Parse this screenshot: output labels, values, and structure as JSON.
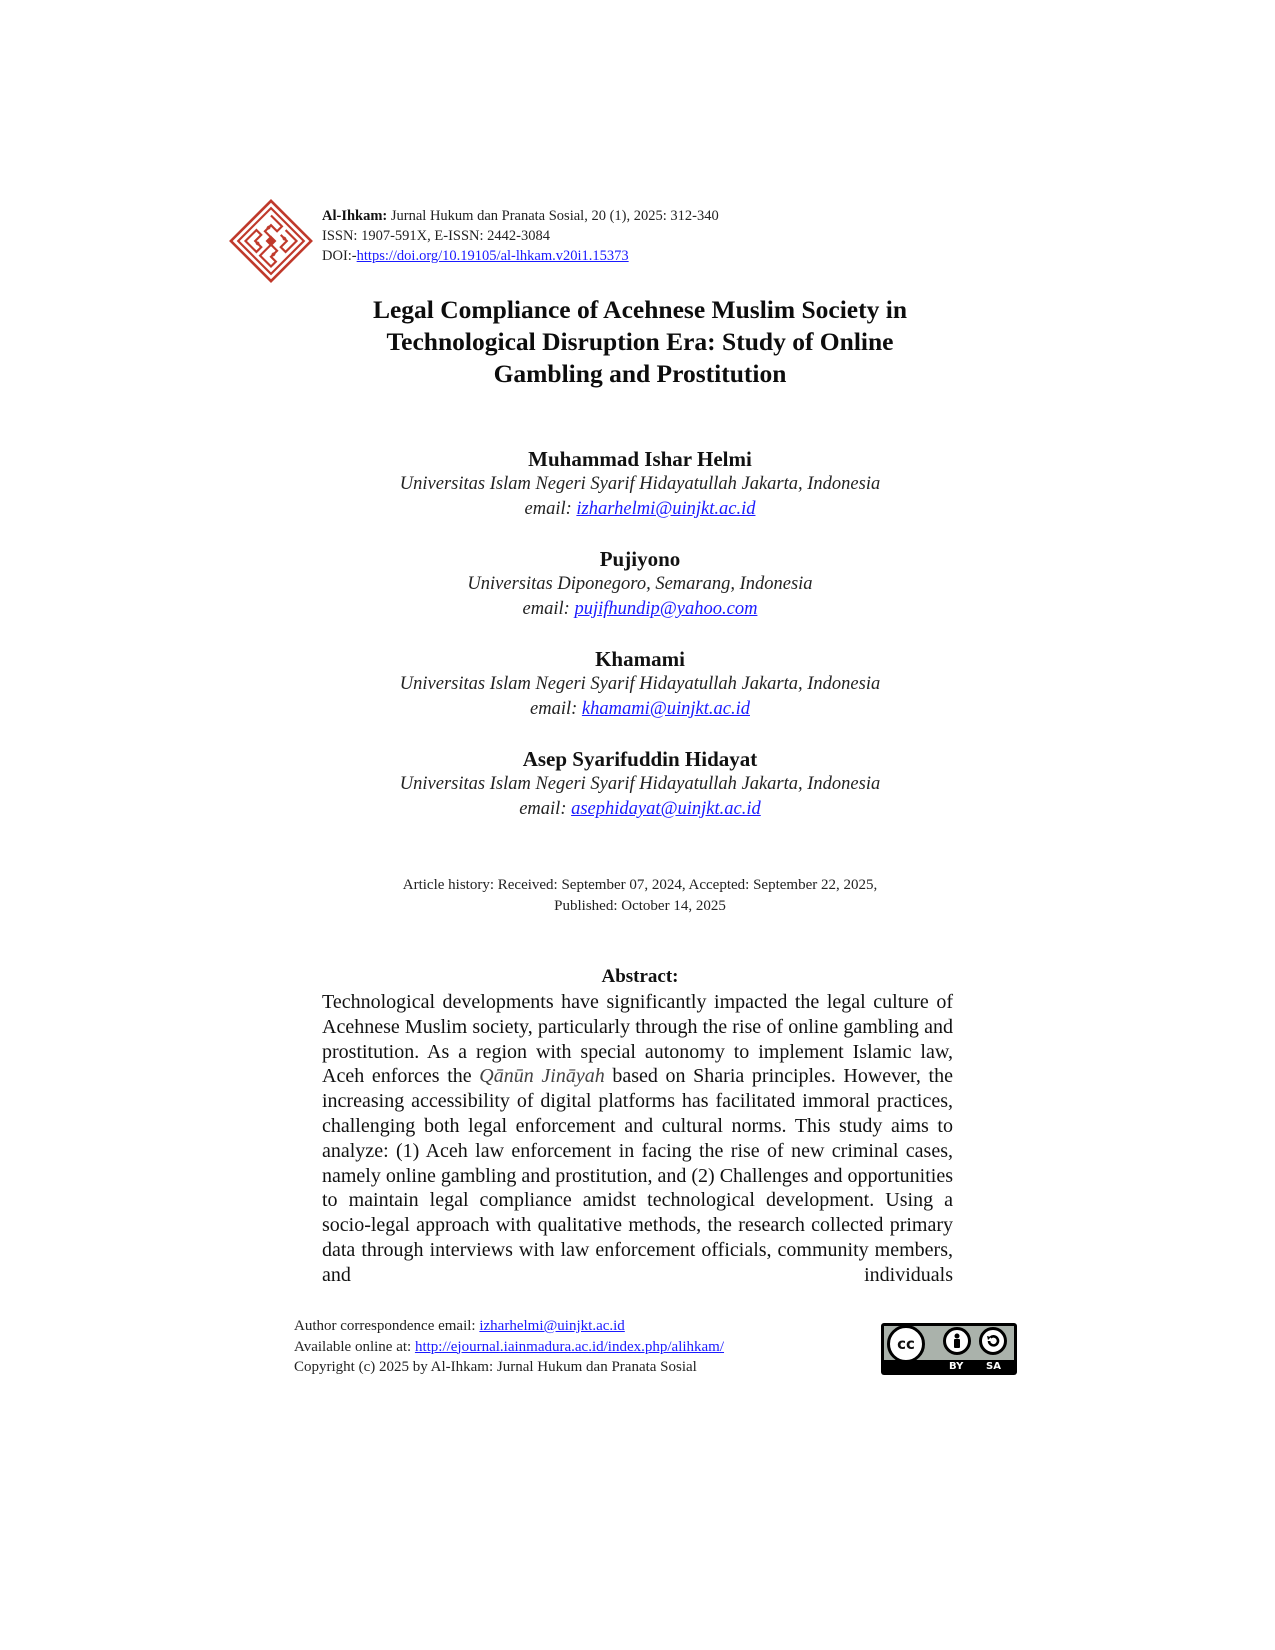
{
  "header": {
    "journal_name": "Al-Ihkam:",
    "journal_rest": " Jurnal Hukum dan Pranata Sosial, 20 (1), 2025: 312-340",
    "issn": "ISSN: 1907-591X, E-ISSN: 2442-3084",
    "doi_label": "DOI:-",
    "doi_link": "https://doi.org/10.19105/al-lhkam.v20i1.15373",
    "logo_color": "#c0392b"
  },
  "title": {
    "line1": "Legal Compliance of Acehnese Muslim Society in",
    "line2": "Technological Disruption Era:  Study of Online",
    "line3": "Gambling and Prostitution"
  },
  "authors": [
    {
      "name": "Muhammad Ishar Helmi",
      "affiliation": "Universitas Islam Negeri Syarif Hidayatullah Jakarta, Indonesia",
      "email_label": "email: ",
      "email": "izharhelmi@uinjkt.ac.id"
    },
    {
      "name": "Pujiyono",
      "affiliation": "Universitas Diponegoro, Semarang, Indonesia",
      "email_label": "email: ",
      "email": "pujifhundip@yahoo.com"
    },
    {
      "name": "Khamami",
      "affiliation": "Universitas Islam Negeri Syarif Hidayatullah Jakarta, Indonesia",
      "email_label": "email: ",
      "email": "khamami@uinjkt.ac.id"
    },
    {
      "name": "Asep Syarifuddin Hidayat",
      "affiliation": "Universitas Islam Negeri Syarif Hidayatullah Jakarta, Indonesia",
      "email_label": "email: ",
      "email": "asephidayat@uinjkt.ac.id"
    }
  ],
  "history": {
    "line1": "Article history: Received: September 07, 2024, Accepted: September 22, 2025,",
    "line2": "Published: October 14, 2025"
  },
  "abstract": {
    "heading": "Abstract:",
    "text_before_italic": "Technological developments have significantly impacted the legal culture of Acehnese Muslim society, particularly through the rise of online gambling and prostitution. As a region with special autonomy to implement Islamic law, Aceh enforces the ",
    "italic_term": "Qānūn Jināyah",
    "text_after_italic": " based on Sharia principles. However, the increasing accessibility of digital platforms has facilitated immoral practices, challenging both legal enforcement and cultural norms. This study aims to analyze: (1) Aceh law enforcement in facing the rise of new criminal cases, namely online gambling and prostitution, and (2) Challenges and opportunities to maintain legal compliance amidst technological development. Using a socio-legal approach with qualitative methods, the research collected primary data through interviews with law enforcement officials, community members, and individuals"
  },
  "footer": {
    "correspondence_label": "Author correspondence email: ",
    "correspondence_email": "izharhelmi@uinjkt.ac.id",
    "available_label": "Available online at: ",
    "available_url": "http://ejournal.iainmadura.ac.id/index.php/alihkam/",
    "copyright": "Copyright (c) 2025 by Al-Ihkam: Jurnal Hukum dan Pranata Sosial"
  },
  "license_badge": {
    "cc": "cc",
    "by": "BY",
    "sa": "SA"
  }
}
